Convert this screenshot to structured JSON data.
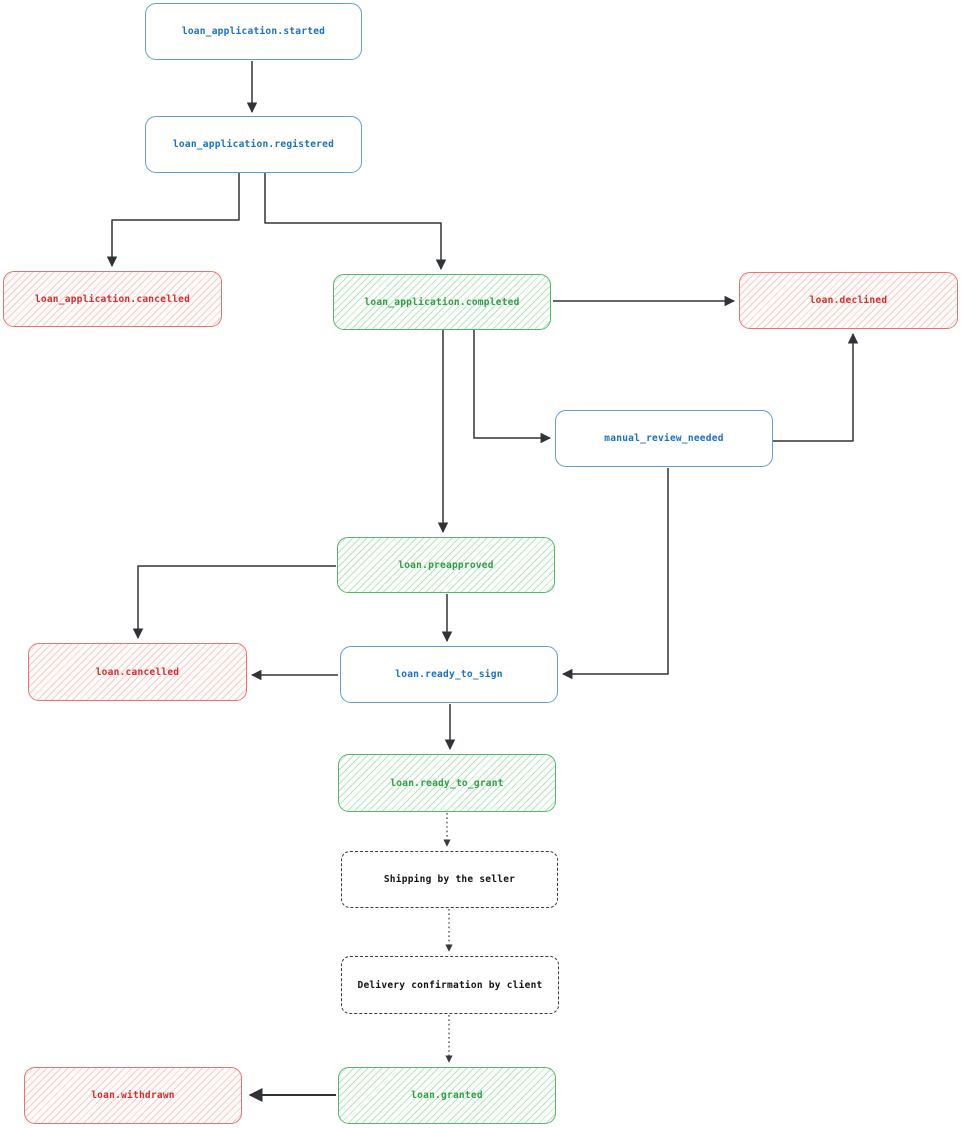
{
  "colors": {
    "blue_border": "#609fd8",
    "blue_text": "#1971c2",
    "green_border": "#54b86b",
    "green_text": "#2f9e44",
    "green_hatch": "rgba(87,186,110,0.40)",
    "green_bg": "#fcfefc",
    "red_border": "#e8746d",
    "red_text": "#d02f2f",
    "red_hatch": "rgba(232,116,109,0.35)",
    "red_bg": "#fefbfb",
    "edge": "#303338",
    "dashed_border": "#3a3a3a",
    "dashed_text": "#121212"
  },
  "nodes": {
    "started": {
      "label": "loan_application.started",
      "kind": "state-blue"
    },
    "registered": {
      "label": "loan_application.registered",
      "kind": "state-blue"
    },
    "app_cancelled": {
      "label": "loan_application.cancelled",
      "kind": "state-red"
    },
    "app_completed": {
      "label": "loan_application.completed",
      "kind": "state-green"
    },
    "declined": {
      "label": "loan.declined",
      "kind": "state-red"
    },
    "manual_review": {
      "label": "manual_review_needed",
      "kind": "state-blue"
    },
    "preapproved": {
      "label": "loan.preapproved",
      "kind": "state-green"
    },
    "cancelled": {
      "label": "loan.cancelled",
      "kind": "state-red"
    },
    "ready_to_sign": {
      "label": "loan.ready_to_sign",
      "kind": "state-blue"
    },
    "ready_to_grant": {
      "label": "loan.ready_to_grant",
      "kind": "state-green"
    },
    "shipping": {
      "label": "Shipping by the seller",
      "kind": "external-step"
    },
    "delivery": {
      "label": "Delivery confirmation by client",
      "kind": "external-step"
    },
    "granted": {
      "label": "loan.granted",
      "kind": "state-green"
    },
    "withdrawn": {
      "label": "loan.withdrawn",
      "kind": "state-red"
    }
  },
  "edges": [
    {
      "from": "loan_application.started",
      "to": "loan_application.registered",
      "style": "solid"
    },
    {
      "from": "loan_application.registered",
      "to": "loan_application.cancelled",
      "style": "solid"
    },
    {
      "from": "loan_application.registered",
      "to": "loan_application.completed",
      "style": "solid"
    },
    {
      "from": "loan_application.completed",
      "to": "loan.declined",
      "style": "solid"
    },
    {
      "from": "loan_application.completed",
      "to": "manual_review_needed",
      "style": "solid"
    },
    {
      "from": "loan_application.completed",
      "to": "loan.preapproved",
      "style": "solid"
    },
    {
      "from": "manual_review_needed",
      "to": "loan.declined",
      "style": "solid"
    },
    {
      "from": "manual_review_needed",
      "to": "loan.ready_to_sign",
      "style": "solid"
    },
    {
      "from": "loan.preapproved",
      "to": "loan.cancelled",
      "style": "solid"
    },
    {
      "from": "loan.preapproved",
      "to": "loan.ready_to_sign",
      "style": "solid"
    },
    {
      "from": "loan.ready_to_sign",
      "to": "loan.cancelled",
      "style": "solid"
    },
    {
      "from": "loan.ready_to_sign",
      "to": "loan.ready_to_grant",
      "style": "solid"
    },
    {
      "from": "loan.ready_to_grant",
      "to": "Shipping by the seller",
      "style": "dotted"
    },
    {
      "from": "Shipping by the seller",
      "to": "Delivery confirmation by client",
      "style": "dotted"
    },
    {
      "from": "Delivery confirmation by client",
      "to": "loan.granted",
      "style": "dotted"
    },
    {
      "from": "loan.granted",
      "to": "loan.withdrawn",
      "style": "solid"
    }
  ]
}
